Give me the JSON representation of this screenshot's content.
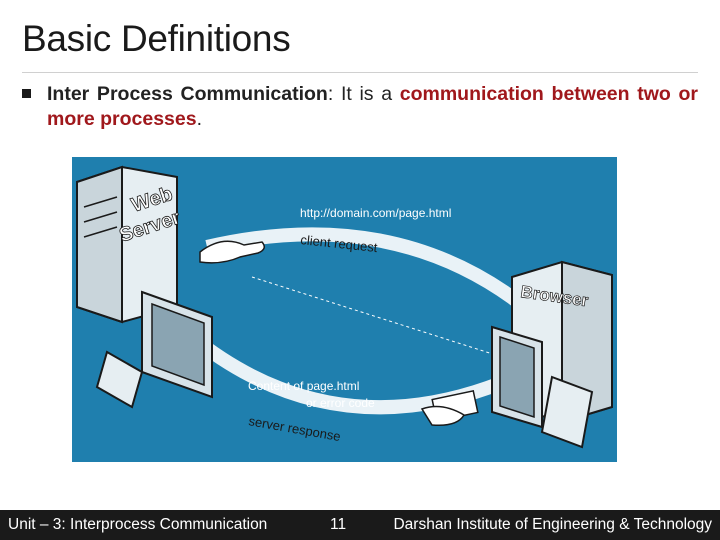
{
  "slide": {
    "title": "Basic Definitions",
    "bullet": {
      "term": "Inter Process Communication",
      "colon": ":",
      "text_plain": " It is a ",
      "highlight": "communication between two or more processes",
      "period": "."
    }
  },
  "figure": {
    "background_color": "#1f7fae",
    "web_server_label_line1": "Web",
    "web_server_label_line2": "Server",
    "browser_label": "Browser",
    "url_text": "http://domain.com/page.html",
    "client_request_text": "client request",
    "content_line1": "Content of page.html",
    "content_line2": "or error code",
    "server_response_text": "server response"
  },
  "footer": {
    "left": "Unit – 3: Interprocess Communication",
    "page_number": "11",
    "right": "Darshan Institute of Engineering & Technology"
  }
}
